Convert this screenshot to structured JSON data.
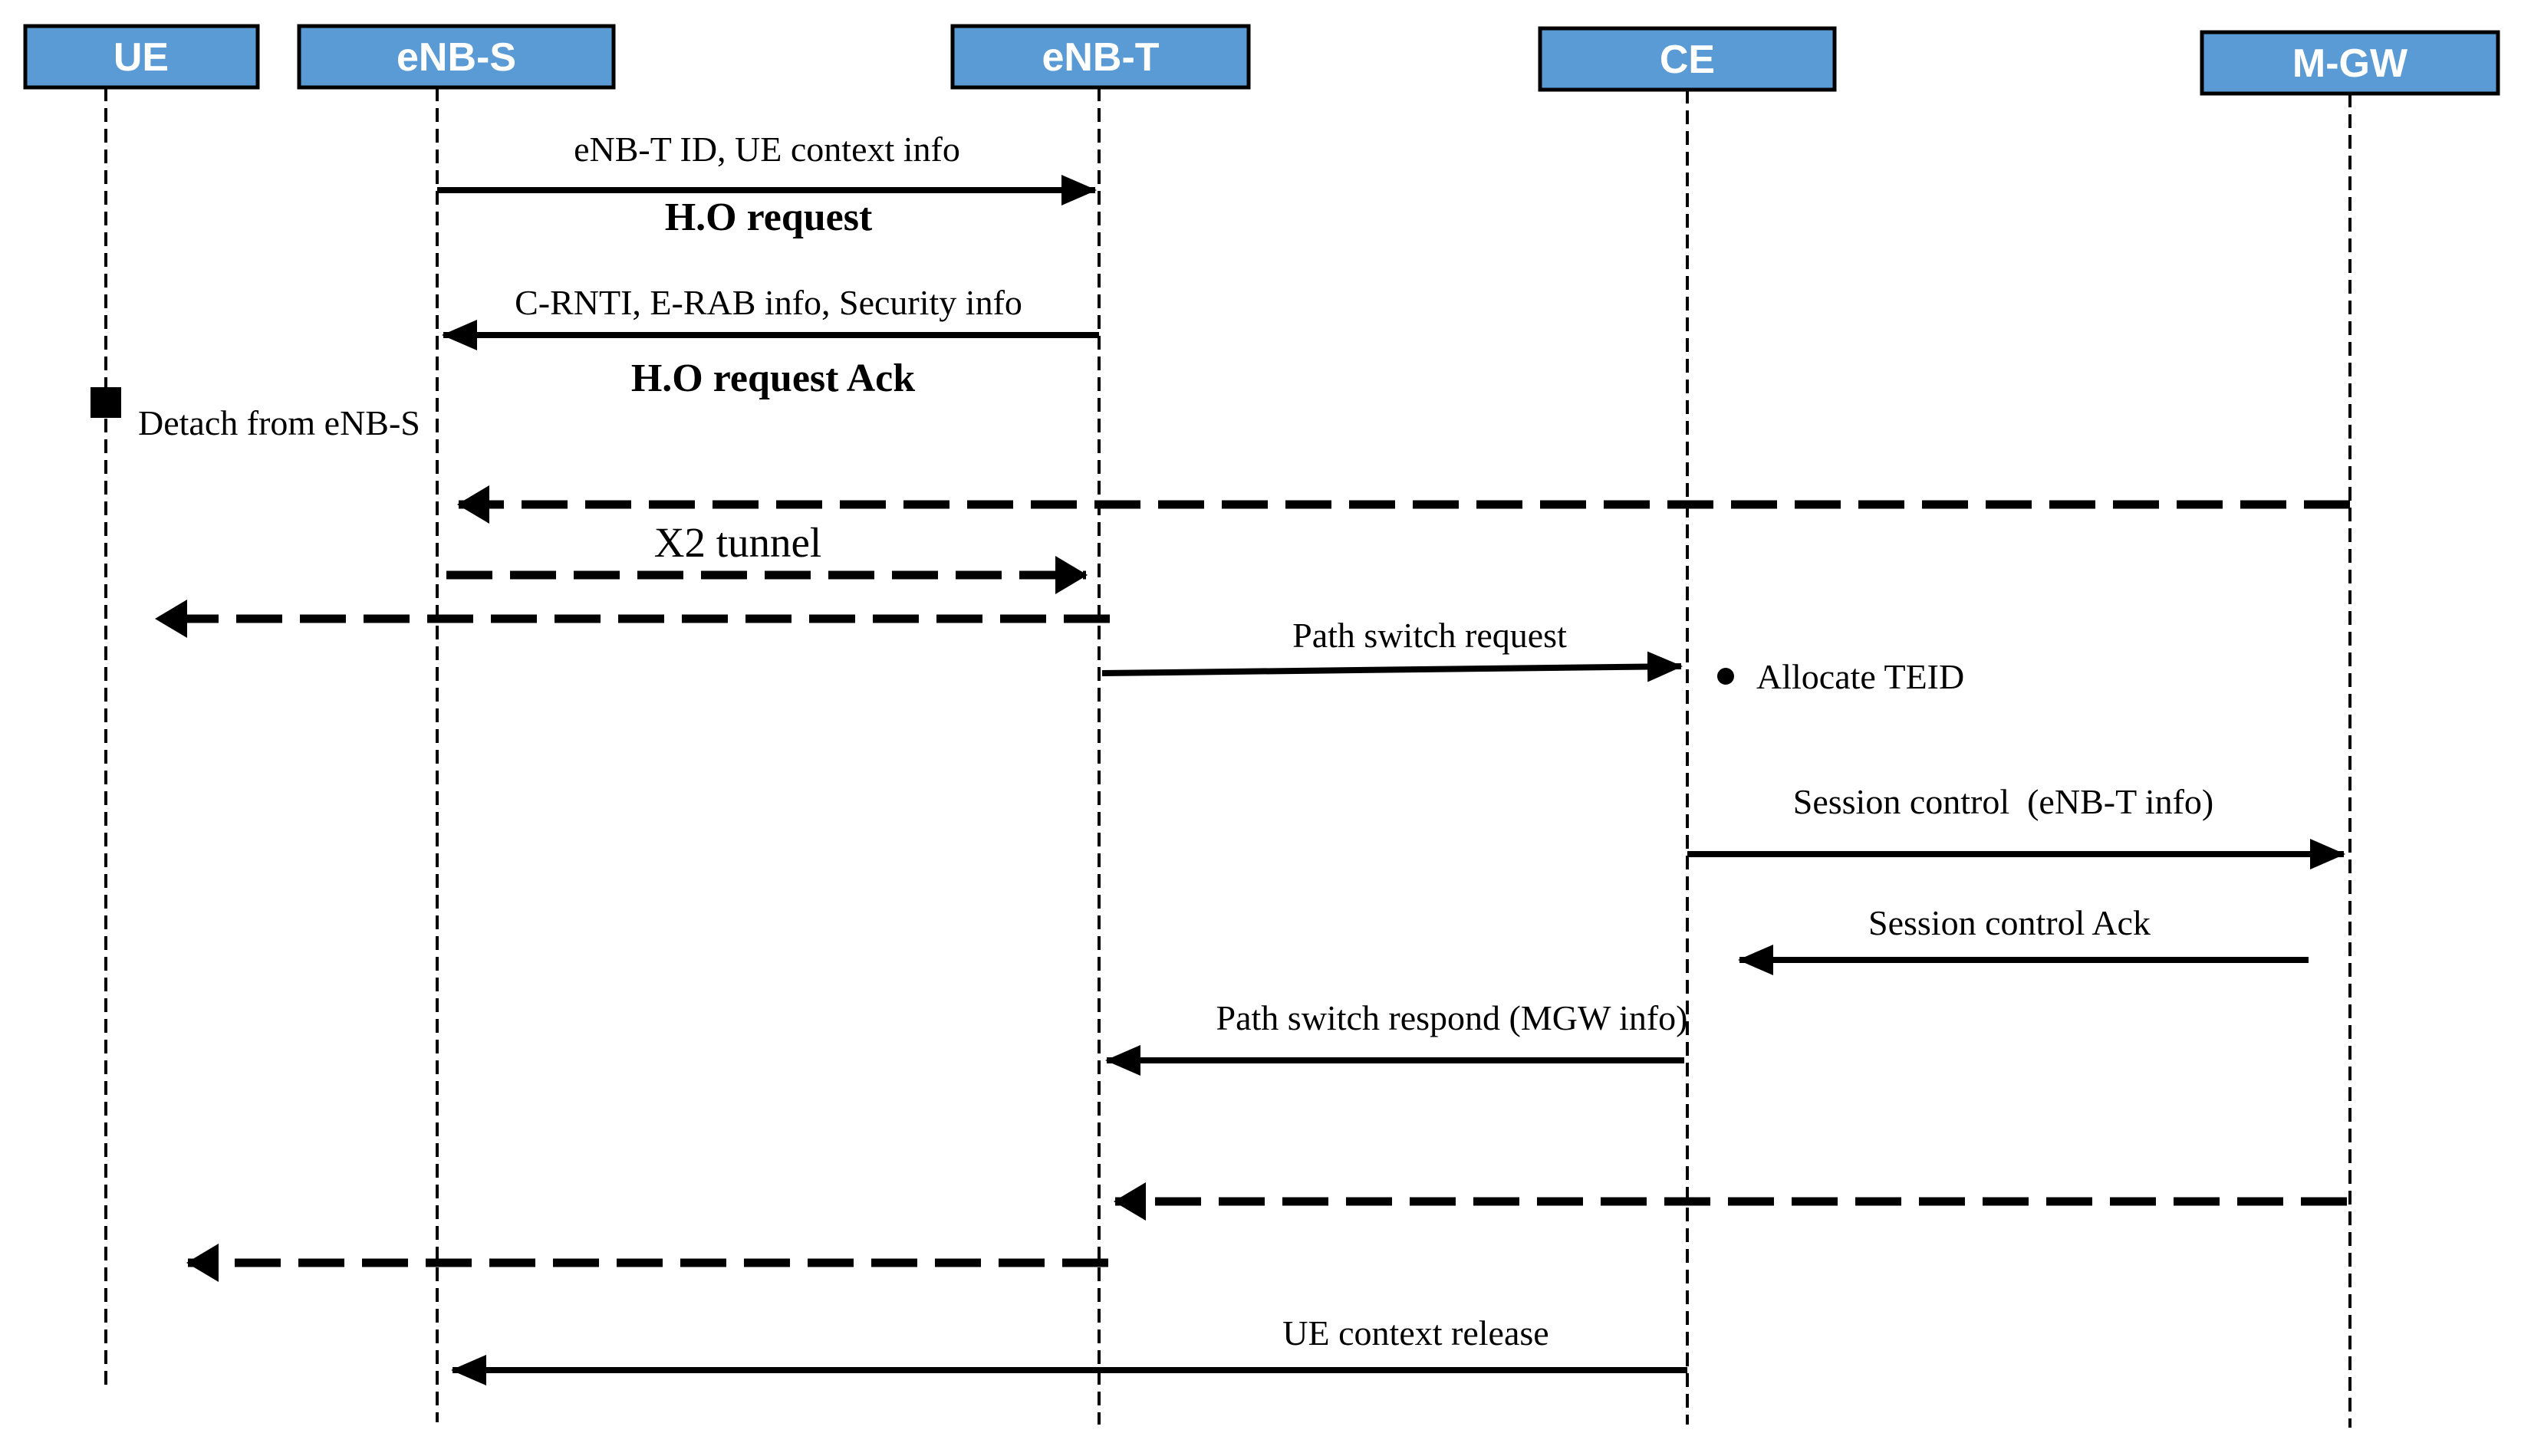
{
  "diagram": {
    "type": "sequence-diagram",
    "description": "LTE X2 handover signalling flow",
    "colors": {
      "actor_fill": "#5b9bd5",
      "actor_border": "#000000",
      "actor_text": "#ffffff",
      "line": "#000000",
      "background": "#ffffff"
    },
    "actors": [
      {
        "id": "ue",
        "label": "UE"
      },
      {
        "id": "enb-s",
        "label": "eNB-S"
      },
      {
        "id": "enb-t",
        "label": "eNB-T"
      },
      {
        "id": "ce",
        "label": "CE"
      },
      {
        "id": "mgw",
        "label": "M-GW"
      }
    ],
    "messages": [
      {
        "from": "eNB-S",
        "to": "eNB-T",
        "style": "solid",
        "info": "eNB-T ID, UE context info",
        "label": "H.O request"
      },
      {
        "from": "eNB-T",
        "to": "eNB-S",
        "style": "solid",
        "info": "C-RNTI, E-RAB info, Security info",
        "label": "H.O request Ack"
      },
      {
        "type": "state-marker",
        "actor": "UE",
        "label": "Detach from eNB-S"
      },
      {
        "from": "M-GW",
        "to": "eNB-S",
        "style": "dashed",
        "label": ""
      },
      {
        "from": "eNB-S",
        "to": "eNB-T",
        "style": "dashed",
        "label": "X2 tunnel"
      },
      {
        "from": "eNB-T",
        "to": "UE",
        "style": "dashed",
        "label": ""
      },
      {
        "from": "eNB-T",
        "to": "CE",
        "style": "solid",
        "label": "Path switch request"
      },
      {
        "type": "action",
        "actor": "CE",
        "bullet": "●",
        "label": "Allocate TEID"
      },
      {
        "from": "CE",
        "to": "M-GW",
        "style": "solid",
        "label": "Session control  (eNB-T info)"
      },
      {
        "from": "M-GW",
        "to": "CE",
        "style": "solid",
        "label": "Session control Ack"
      },
      {
        "from": "CE",
        "to": "eNB-T",
        "style": "solid",
        "label": "Path switch respond (MGW info)"
      },
      {
        "from": "M-GW",
        "to": "eNB-T",
        "style": "dashed",
        "label": ""
      },
      {
        "from": "eNB-T",
        "to": "UE",
        "style": "dashed",
        "label": ""
      },
      {
        "from": "CE",
        "to": "eNB-S",
        "style": "solid",
        "label": "UE context release"
      }
    ]
  }
}
